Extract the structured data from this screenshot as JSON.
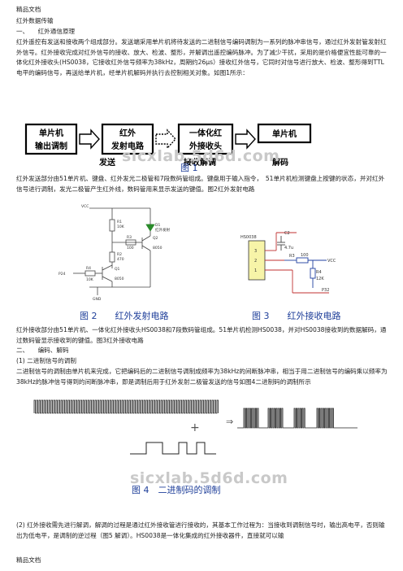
{
  "header": {
    "text": "精品文档"
  },
  "footer": {
    "text": "精品文档"
  },
  "title": "红外数据传输",
  "sections": {
    "s1": "一、　　红外通信原理",
    "s2": "二、　　编码、解码",
    "s2_1": "(1)  二进制信号的调制"
  },
  "paragraphs": {
    "p1": "红外遥控有发送和接收两个组成部分。发送端采用单片机将待发送的二进制信号编码调制为一系列的脉冲串信号，通过红外发射管发射红外信号。红外接收完成对红外信号的接收、放大、检波、整形，并解调出遥控编码脉冲。为了减少干扰，采用的是价格便宜性能可靠的一体化红外接收头(HS0038，它接收红外信号频率为38kHz，周期约26μs）接收红外信号，它同时对信号进行放大、检波、整形得到TTL电平的编码信号，再送给单片机，经单片机解码并执行去控制相关对象。如图1所示：",
    "p2": "红外发送部分由51单片机、键盘、红外发光二极管和7段数码管组成。键盘用于输入指令，　51单片机检测键盘上按键的状态，并对红外信号进行调制，发光二极管产生红外线，数码管用来显示发送的键值。图2红外发射电路",
    "p3": "红外接收部分由51单片机、一体化红外接收头HS0038和7段数码管组成。51单片机检测HS0038，并对HS0038接收到的数据解码，通过数码管显示接收到的键值。图3红外接收电路",
    "p4": "二进制信号的调制由单片机来完成，它把编码后的二进制信号调制成频率为38kHz的间断脉冲串，相当于用二进制信号的编码乘以频率为38kHz的脉冲信号得到的间断脉冲串，即是调制后用于红外发射二极管发送的信号如图4二进制码的调制所示",
    "p5": "(2)  红外接收需先进行解调，解调的过程是通过红外接收管进行接收的，其基本工作过程为：当接收到调制信号时，输出高电平，否则输出为低电平，是调制的逆过程（图5 解调）。HS0038是一体化集成的红外接收器件，直接就可以输"
  },
  "figure1": {
    "boxes": [
      "单片机\n输出调制",
      "红外\n发射电路",
      "一体化红\n外接收头",
      "单片机"
    ],
    "under_labels": [
      "发送",
      "接收解调",
      "解码"
    ],
    "caption": "图 1",
    "watermark": "sicxlab.5d6d.com"
  },
  "figure2": {
    "caption": "图 2　　红外发射电路",
    "labels": {
      "vcc": "VCC",
      "r1": "R1",
      "r1v": "10K",
      "r2": "R2",
      "r2v": "470",
      "r3": "R3",
      "r3v": "100",
      "r4": "R4",
      "r4v": "10K",
      "q1": "Q1",
      "q1t": "8050",
      "q2": "Q2",
      "q2t": "8050",
      "d1": "D1",
      "p24": "P24",
      "gnd": "GND",
      "ir": "红外发射"
    }
  },
  "figure3": {
    "caption": "图 3　　红外接收电路",
    "labels": {
      "ic": "HS0038",
      "c2": "C2",
      "c2v": "4.7u",
      "r3": "R3",
      "r3v": "100",
      "r4": "R4",
      "r4v": "12K",
      "vcc": "VCC",
      "p32": "P32",
      "pins": [
        "3",
        "2",
        "1"
      ]
    }
  },
  "figure4": {
    "caption": "图 4　二进制码的调制",
    "watermark": "sicxlab.5d6d.com",
    "plus": "+"
  },
  "colors": {
    "box_border": "#000000",
    "arrow_fill": "#ffffff",
    "caption_blue": "#1f3f9a",
    "wire_red": "#c03030",
    "wire_blue": "#2040a0",
    "ic_fill": "#f7f4a8"
  }
}
